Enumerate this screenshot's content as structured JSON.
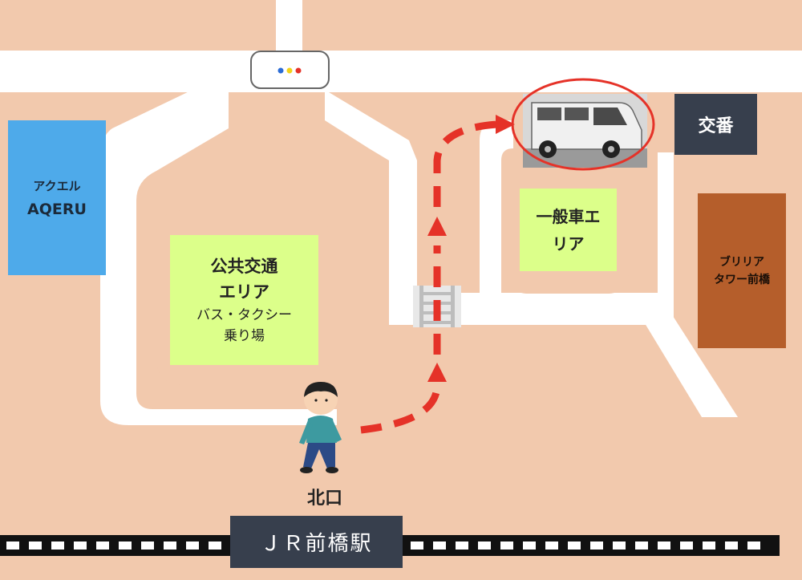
{
  "areas": {
    "aqeru": {
      "kana": "アクエル",
      "latin": "AQERU"
    },
    "public_transport": {
      "title_line1": "公共交通",
      "title_line2": "エリア",
      "sub_line1": "バス・タクシー",
      "sub_line2": "乗り場"
    },
    "general_vehicle": {
      "line1": "一般車エ",
      "line2": "リア"
    },
    "police_box": {
      "label": "交番"
    },
    "brillia": {
      "line1": "ブリリア",
      "line2": "タワー前橋"
    }
  },
  "station": {
    "exit_label": "北口",
    "name": "ＪＲ前橋駅"
  },
  "colors": {
    "ground": "#f2c9ad",
    "road": "#ffffff",
    "aqeru": "#4eaaea",
    "zone_green": "#dcff8a",
    "dark_box": "#373f4d",
    "brillia": "#b55e2b",
    "route": "#e53228",
    "van_circle": "#e53228"
  },
  "icons": {
    "signal": "traffic-signal-icon",
    "crosswalk": "crosswalk-icon",
    "van": "van-photo",
    "person": "walking-person-icon",
    "route": "dashed-route-arrow"
  }
}
